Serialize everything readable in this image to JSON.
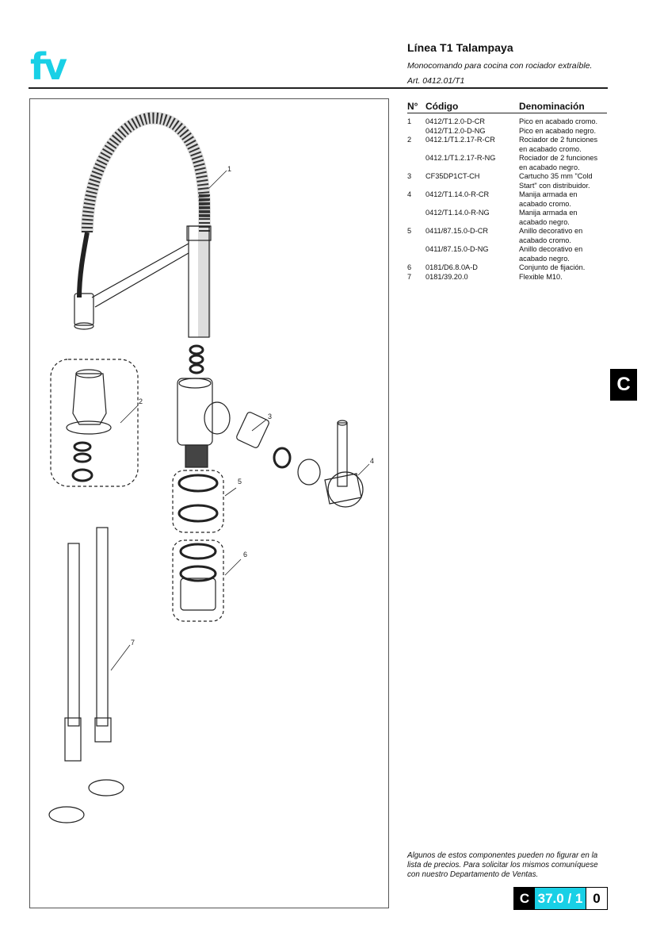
{
  "header": {
    "brand": "fv",
    "title": "Línea T1 Talampaya",
    "subtitle": "Monocomando para cocina con rociador extraíble.",
    "article": "Art. 0412.01/T1",
    "accent_color": "#19d0e6"
  },
  "parts_table": {
    "headers": {
      "num": "N°",
      "code": "Código",
      "desc": "Denominación"
    },
    "rows": [
      {
        "num": "1",
        "code": "0412/T1.2.0-D-CR",
        "desc": "Pico en acabado cromo."
      },
      {
        "num": "",
        "code": "0412/T1.2.0-D-NG",
        "desc": "Pico en acabado negro."
      },
      {
        "num": "2",
        "code": "0412.1/T1.2.17-R-CR",
        "desc": "Rociador de 2 funciones en acabado cromo."
      },
      {
        "num": "",
        "code": "0412.1/T1.2.17-R-NG",
        "desc": "Rociador de 2 funciones en acabado negro."
      },
      {
        "num": "3",
        "code": "CF35DP1CT-CH",
        "desc": "Cartucho 35 mm \"Cold Start\" con distribuidor."
      },
      {
        "num": "4",
        "code": "0412/T1.14.0-R-CR",
        "desc": "Manija armada en acabado cromo."
      },
      {
        "num": "",
        "code": "0412/T1.14.0-R-NG",
        "desc": "Manija armada en acabado negro."
      },
      {
        "num": "5",
        "code": "0411/87.15.0-D-CR",
        "desc": "Anillo decorativo en acabado cromo."
      },
      {
        "num": "",
        "code": "0411/87.15.0-D-NG",
        "desc": "Anillo decorativo en acabado negro."
      },
      {
        "num": "6",
        "code": "0181/D6.8.0A-D",
        "desc": "Conjunto de fijación."
      },
      {
        "num": "7",
        "code": "0181/39.20.0",
        "desc": "Flexible M10."
      }
    ]
  },
  "callouts": [
    "1",
    "2",
    "3",
    "4",
    "5",
    "6",
    "7"
  ],
  "side_tab": "C",
  "footnote": "Algunos de estos componentes pueden no figurar en la lista de precios. Para solicitar los mismos comuníquese con nuestro Departamento de Ventas.",
  "page_number": {
    "section": "C",
    "number": "37.0 / 1",
    "revision": "0"
  }
}
